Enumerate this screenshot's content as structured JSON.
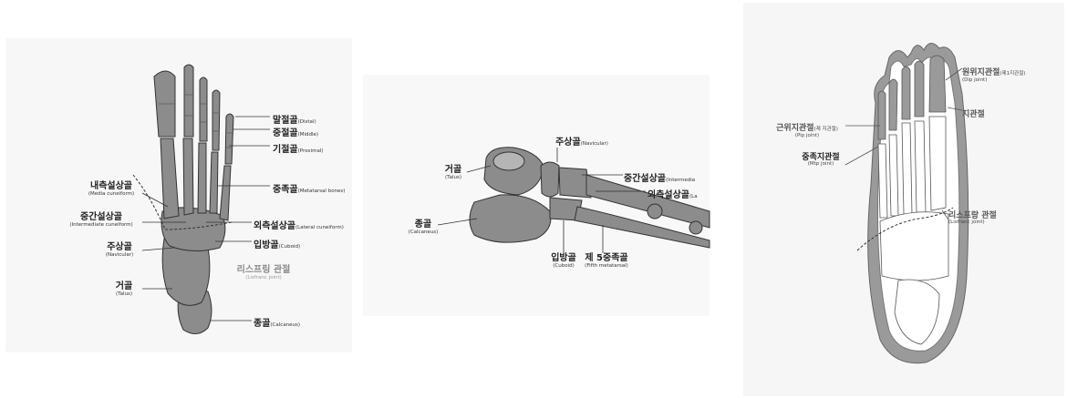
{
  "panel1": {
    "labels": {
      "distal": {
        "ko": "말절골",
        "en": "(Distal)"
      },
      "middle": {
        "ko": "중절골",
        "en": "(Middle)"
      },
      "proximal": {
        "ko": "기절골",
        "en": "(Proximal)"
      },
      "metatarsal": {
        "ko": "중족골",
        "en": "(Metatarsal bones)"
      },
      "medial_cuneiform": {
        "ko": "내측설상골",
        "en": "(Media cuneiform)"
      },
      "intermediate_cuneiform": {
        "ko": "중간설상골",
        "en": "(Intermediate cuneiform)"
      },
      "lateral_cuneiform": {
        "ko": "외측설상골",
        "en": "(Lateral cuneiform)"
      },
      "cuboid": {
        "ko": "입방골",
        "en": "(Cuboid)"
      },
      "navicular": {
        "ko": "주상골",
        "en": "(Navicular)"
      },
      "lisfranc": {
        "ko": "리스프링 관절",
        "en": "(Lisfranc joint)"
      },
      "talus": {
        "ko": "거골",
        "en": "(Talus)"
      },
      "calcaneus": {
        "ko": "종골",
        "en": "(Calcaneus)"
      }
    }
  },
  "panel2": {
    "labels": {
      "navicular": {
        "ko": "주상골",
        "en": "(Navicular)"
      },
      "talus": {
        "ko": "거골",
        "en": "(Talus)"
      },
      "intermediate": {
        "ko": "중간설상골",
        "en": "(Intermedia"
      },
      "lateral": {
        "ko": "외측설상골",
        "en": "(La"
      },
      "calcaneus": {
        "ko": "종골",
        "en": "(Calcaneus)"
      },
      "cuboid": {
        "ko": "입방골",
        "en": "(Cuboid)"
      },
      "fifth_metatarsal": {
        "ko": "제 5중족골",
        "en": "(Fifth metatarsal)"
      }
    }
  },
  "panel3": {
    "labels": {
      "dip": {
        "ko": "원위지관절",
        "small": "(제1지관절)",
        "en": "(Dip joint)"
      },
      "toe_joint": {
        "ko": "지관절"
      },
      "pip": {
        "ko": "근위지관절",
        "small": "(제 지관절)",
        "en": "(Pip joint)"
      },
      "mtp": {
        "ko": "중족지관절",
        "en": "(Mtp joint)"
      },
      "lisfranc": {
        "ko": "리스프랑 관절",
        "en": "(Lisfranc joint)"
      }
    }
  },
  "colors": {
    "bone": "#8c8c8c",
    "bone_dark": "#5e5e5e",
    "outline": "#333333",
    "skin": "#9a9a9a",
    "white": "#ffffff"
  }
}
